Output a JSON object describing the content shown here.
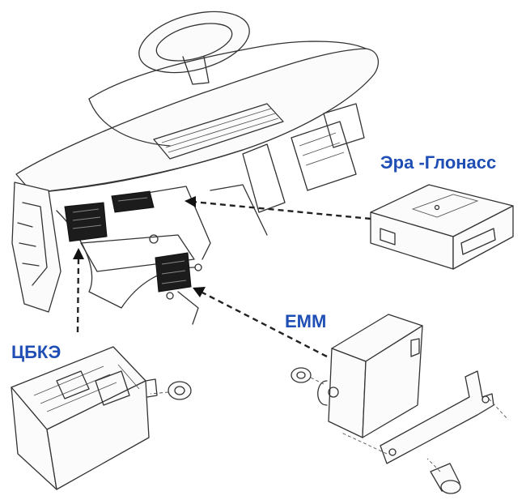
{
  "labels": {
    "era_glonass": "Эра -Глонасс",
    "emm": "EMM",
    "cbke": "ЦБКЭ"
  },
  "colors": {
    "label": "#1f4fb5",
    "line": "#333333",
    "background": "#ffffff"
  }
}
